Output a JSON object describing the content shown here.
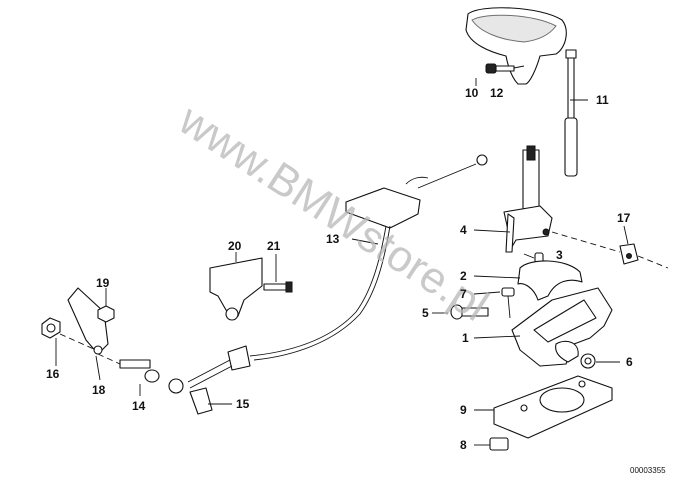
{
  "diagram": {
    "watermark": "www.BMWstore.pl",
    "diagram_number": "00003355",
    "callouts": [
      "1",
      "2",
      "3",
      "4",
      "5",
      "6",
      "7",
      "8",
      "9",
      "10",
      "11",
      "12",
      "13",
      "14",
      "15",
      "16",
      "17",
      "18",
      "19",
      "20",
      "21"
    ]
  }
}
